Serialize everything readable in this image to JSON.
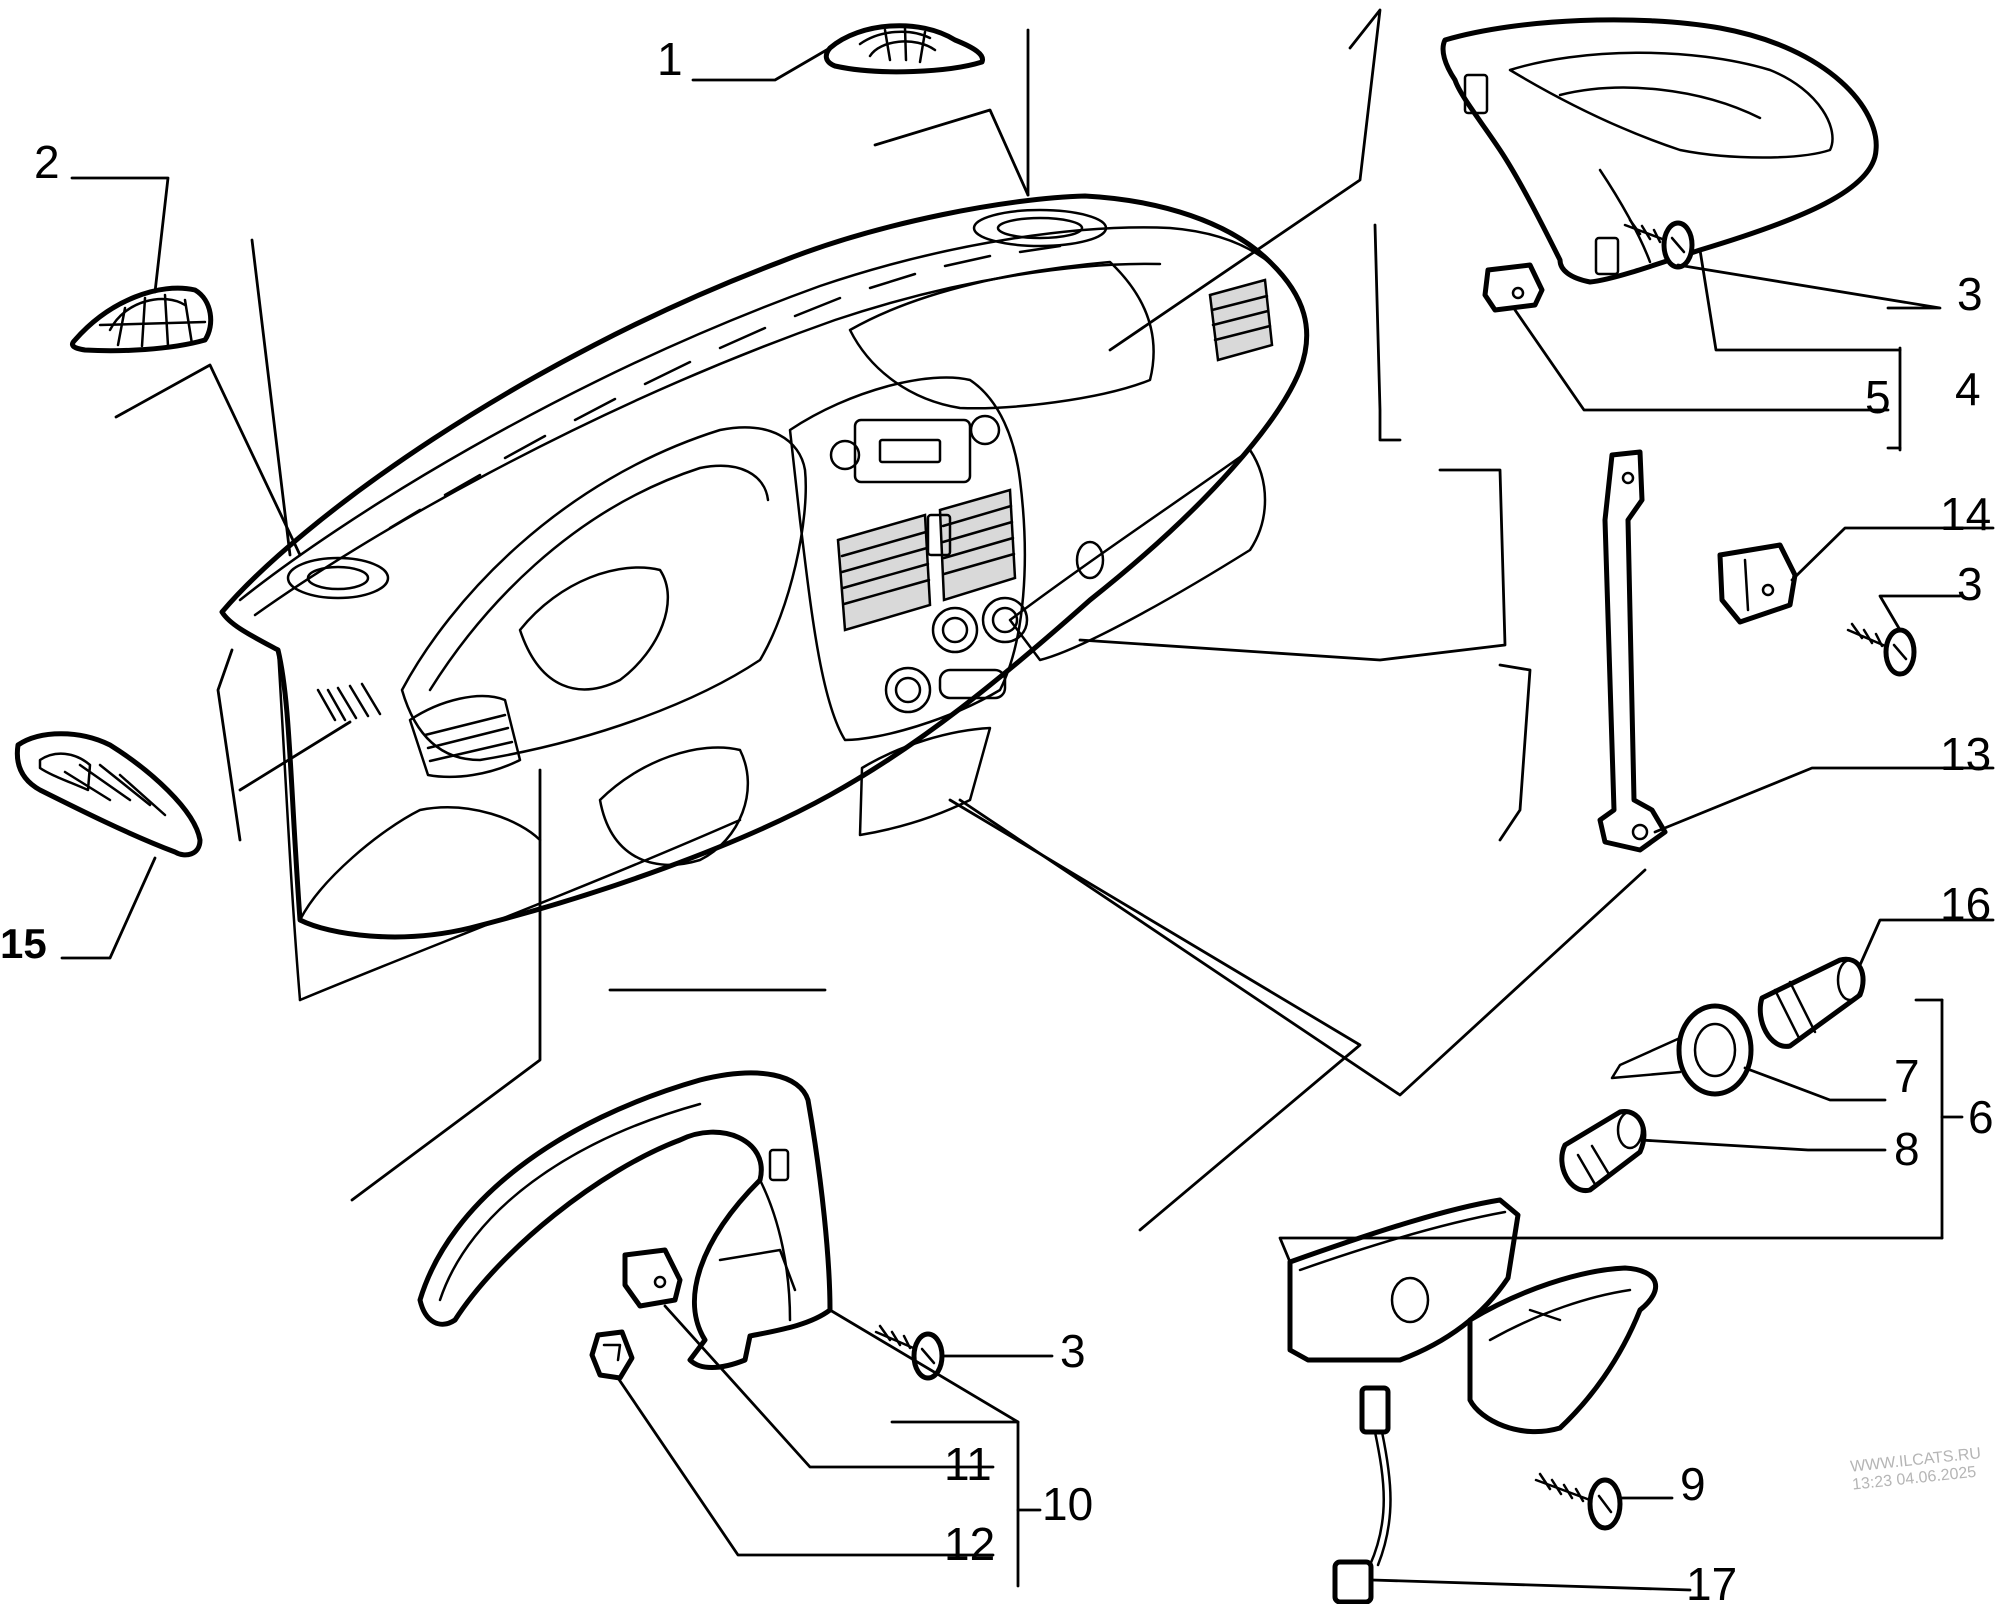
{
  "callouts": {
    "c1": "1",
    "c2": "2",
    "c3a": "3",
    "c3b": "3",
    "c3c": "3",
    "c4": "4",
    "c5": "5",
    "c6": "6",
    "c7": "7",
    "c8": "8",
    "c9": "9",
    "c10": "10",
    "c11": "11",
    "c12": "12",
    "c13": "13",
    "c14": "14",
    "c15": "15",
    "c16": "16",
    "c17": "17"
  },
  "watermark": {
    "site": "WWW.ILCATS.RU",
    "timestamp": "13:23 04.06.2025"
  }
}
